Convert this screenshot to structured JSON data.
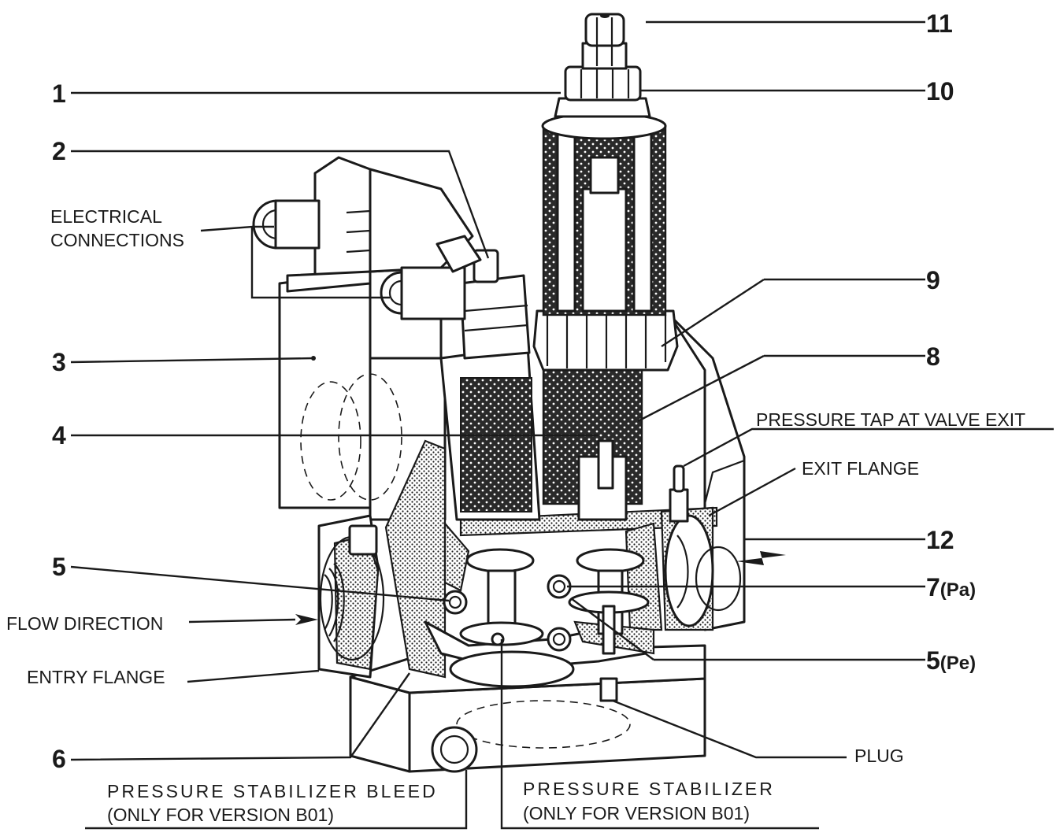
{
  "callouts": {
    "c1": "1",
    "c2": "2",
    "c3": "3",
    "c4": "4",
    "c5": "5",
    "c6": "6",
    "c7": "7",
    "c7_sub": "(Pa)",
    "c8": "8",
    "c9": "9",
    "c10": "10",
    "c11": "11",
    "c12": "12",
    "c5pe": "5",
    "c5pe_sub": "(Pe)"
  },
  "labels": {
    "electrical_1": "ELECTRICAL",
    "electrical_2": "CONNECTIONS",
    "pressure_tap": "PRESSURE TAP AT VALVE EXIT",
    "exit_flange": "EXIT FLANGE",
    "flow_direction": "FLOW DIRECTION",
    "entry_flange": "ENTRY FLANGE",
    "plug": "PLUG",
    "bleed_1": "PRESSURE  STABILIZER BLEED",
    "bleed_2": "(ONLY FOR VERSION B01)",
    "stabilizer_1": "PRESSURE  STABILIZER",
    "stabilizer_2": "(ONLY FOR VERSION B01)"
  }
}
